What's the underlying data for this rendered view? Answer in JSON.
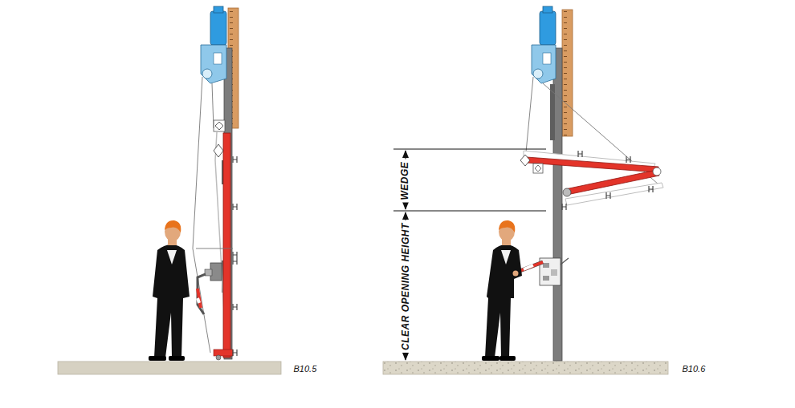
{
  "diagram": {
    "labels": [
      "B10.5",
      "WEDGE",
      "CLEAR OPENING HEIGHT",
      "B10.6"
    ]
  }
}
